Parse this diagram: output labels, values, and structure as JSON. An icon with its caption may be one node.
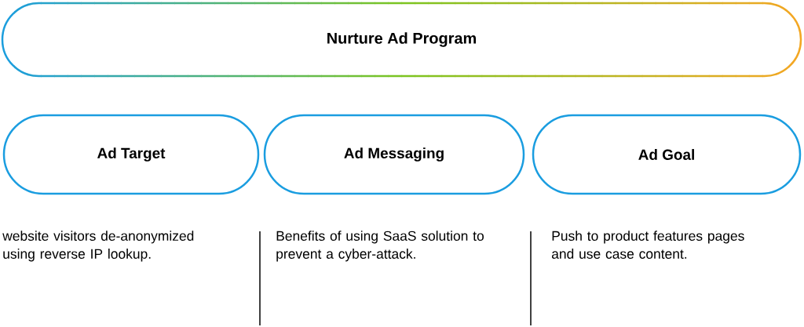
{
  "diagram": {
    "nodes": [
      {
        "text": [
          "Nurture Ad Program"
        ]
      },
      {
        "text": [
          "Ad Target"
        ],
        "beside": [
          "website visitors de-anonymized using reverse IP lookup."
        ]
      },
      {
        "text": [
          "Ad Messaging"
        ],
        "beside": [
          "Benefits of using SaaS solution to prevent a cyber-attack."
        ]
      },
      {
        "text": [
          "Ad Goal"
        ],
        "beside": [
          "Push to product features pages and use case content."
        ]
      }
    ]
  }
}
